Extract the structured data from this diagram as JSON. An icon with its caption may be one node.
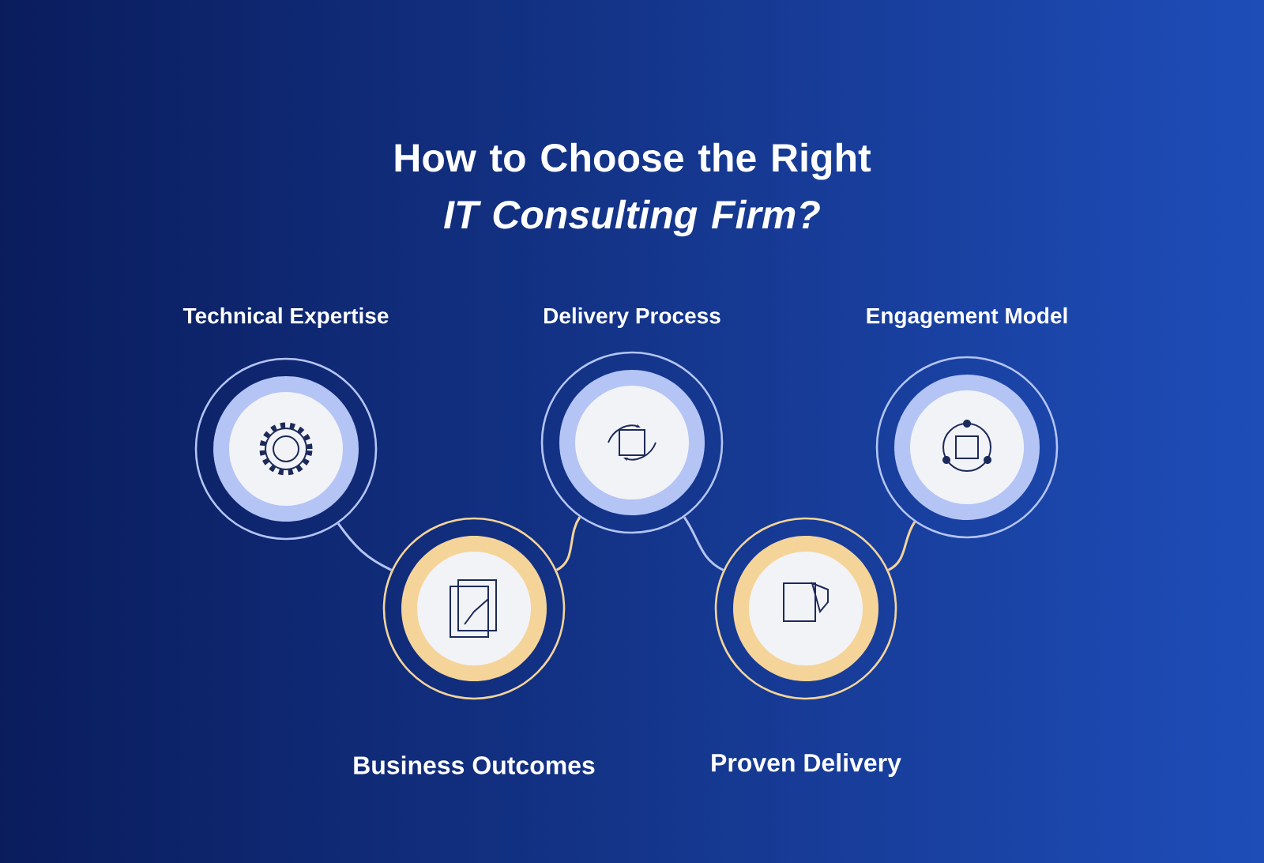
{
  "diagram": {
    "title": "How to Choose the Right *IT Consulting Firm?*",
    "nodes": [
      {
        "text": [
          "Technical Expertise"
        ]
      },
      {
        "text": [
          "Business Outcomes"
        ]
      },
      {
        "text": [
          "Delivery Process"
        ]
      },
      {
        "text": [
          "Proven Delivery"
        ]
      },
      {
        "text": [
          "Engagement Model"
        ]
      }
    ],
    "edges": [
      {
        "from": 0,
        "to": 1,
        "arrow": "none"
      },
      {
        "from": 1,
        "to": 2,
        "arrow": "none",
        "color": "#f5d49a"
      },
      {
        "from": 2,
        "to": 3,
        "arrow": "none"
      },
      {
        "from": 3,
        "to": 4,
        "arrow": "none",
        "color": "#f5d49a"
      }
    ]
  }
}
